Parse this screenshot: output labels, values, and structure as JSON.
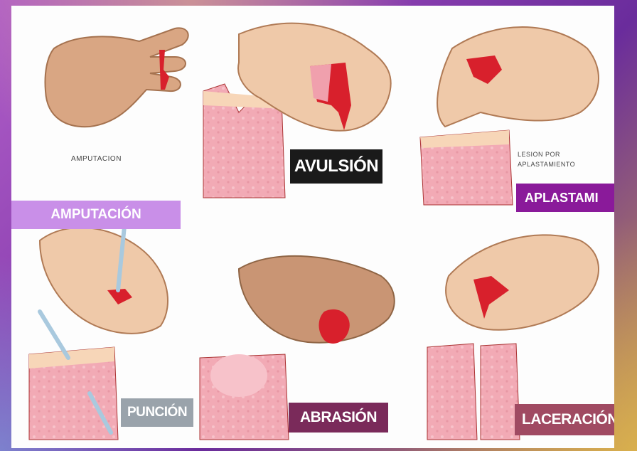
{
  "captions": {
    "amputacion_small": "AMPUTACION",
    "lesion_line1": "LESION POR",
    "lesion_line2": "APLASTAMIENTO"
  },
  "labels": {
    "amputacion": "AMPUTACIÓN",
    "avulsion": "AVULSIÓN",
    "aplastamiento": "APLASTAMI",
    "puncion": "PUNCIÓN",
    "abrasion": "ABRASIÓN",
    "laceracion": "LACERACIÓN"
  },
  "colors": {
    "skin": "#eec9a8",
    "tissue": "#f0a9b4",
    "blood": "#d8202c",
    "label_amputacion": "#c98fe8",
    "label_avulsion": "#1a1a1a",
    "label_aplastamiento": "#8a1a9a",
    "label_puncion": "#9aa3ab",
    "label_abrasion": "#7a2a5a",
    "label_laceracion": "#a04a62"
  }
}
